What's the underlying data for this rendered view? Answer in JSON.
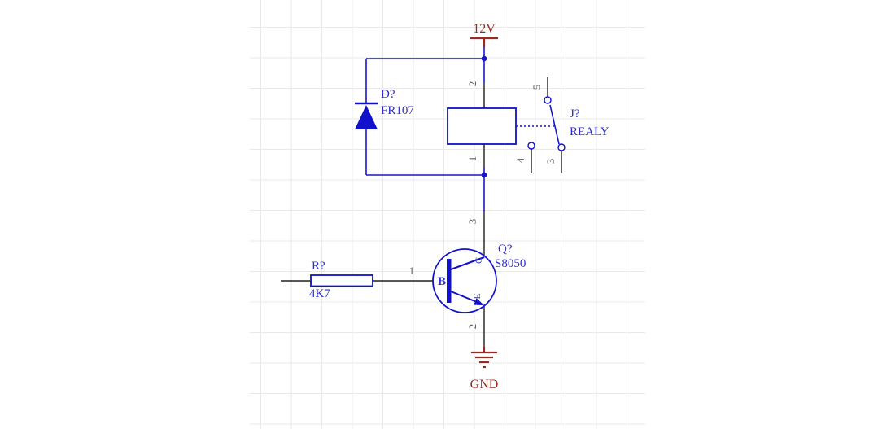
{
  "power": {
    "vcc": "12V",
    "gnd": "GND"
  },
  "diode": {
    "designator": "D?",
    "part": "FR107"
  },
  "relay": {
    "designator": "J?",
    "part": "REALY",
    "pin_coil_top": "2",
    "pin_coil_bottom": "1",
    "pin_nc": "5",
    "pin_no": "4",
    "pin_com": "3"
  },
  "transistor": {
    "designator": "Q?",
    "part": "S8050",
    "pin_collector": "3",
    "pin_base": "1",
    "pin_emitter": "2",
    "label_b": "B",
    "label_c": "C",
    "label_e": "E"
  },
  "resistor": {
    "designator": "R?",
    "value": "4K7"
  },
  "colors": {
    "wire": "#1717c9",
    "symbol": "#1111cc",
    "label": "#2d2dcb",
    "power": "#962b20",
    "pin": "#202020",
    "pin_number": "#5f5f5f",
    "grid": "#e9e9e9"
  }
}
